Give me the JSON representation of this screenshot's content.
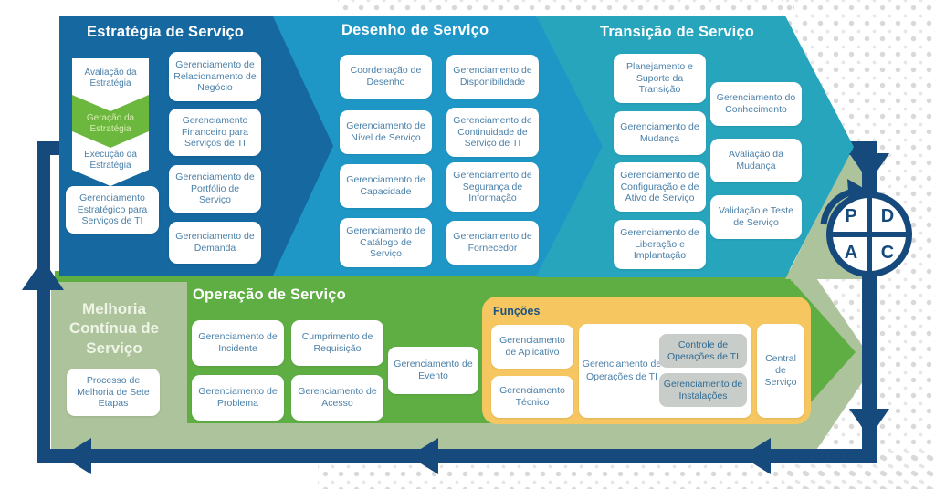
{
  "sections": {
    "estrategia": {
      "title": "Estratégia de Serviço",
      "chevrons": [
        "Avaliação da Estratégia",
        "Geração da Estratégia",
        "Execução da Estratégia"
      ],
      "strategic_box": "Gerenciamento Estratégico para Serviços de TI",
      "boxes": [
        "Gerenciamento de Relacionamento de Negócio",
        "Gerenciamento Financeiro para Serviços de TI",
        "Gerenciamento de Portfólio de Serviço",
        "Gerenciamento de Demanda"
      ]
    },
    "desenho": {
      "title": "Desenho de Serviço",
      "col1": [
        "Coordenação de Desenho",
        "Gerenciamento de Nível de Serviço",
        "Gerenciamento de Capacidade",
        "Gerenciamento de Catálogo de Serviço"
      ],
      "col2": [
        "Gerenciamento de Disponibilidade",
        "Gerenciamento de Continuidade de Serviço de TI",
        "Gerenciamento de Segurança de Informação",
        "Gerenciamento de Fornecedor"
      ]
    },
    "transicao": {
      "title": "Transição de Serviço",
      "col1": [
        "Planejamento e Suporte da Transição",
        "Gerenciamento de Mudança",
        "Gerenciamento de Configuração e de Ativo de Serviço",
        "Gerenciamento de Liberação e Implantação"
      ],
      "col2": [
        "Gerenciamento do Conhecimento",
        "Avaliação da Mudança",
        "Validação e Teste de Serviço"
      ]
    },
    "melhoria": {
      "title": "Melhoria Contínua de Serviço",
      "box": "Processo de Melhoria de Sete Etapas"
    },
    "operacao": {
      "title": "Operação de Serviço",
      "boxes": [
        "Gerenciamento de Incidente",
        "Cumprimento de Requisição",
        "Gerenciamento de Evento",
        "Gerenciamento de Problema",
        "Gerenciamento de Acesso"
      ]
    },
    "funcoes": {
      "label": "Funções",
      "left_boxes": [
        "Gerenciamento de Aplicativo",
        "Gerenciamento Técnico"
      ],
      "operations_label": "Gerenciamento de Operações de TI",
      "sub_boxes": [
        "Controle de Operações de TI",
        "Gerenciamento de Instalações"
      ],
      "central_box": "Central de Serviço"
    }
  },
  "pdca": {
    "p": "P",
    "d": "D",
    "a": "A",
    "c": "C"
  },
  "colors": {
    "navy": "#164a7c",
    "strategy_blue": "#1568a0",
    "design_blue": "#1f97c6",
    "transition_teal": "#27a5bd",
    "operation_green": "#5fae43",
    "generation_green": "#6cb83f",
    "sage_green": "#adc39c",
    "functions_yellow": "#f6c761",
    "box_text_blue": "#4b80a8"
  }
}
